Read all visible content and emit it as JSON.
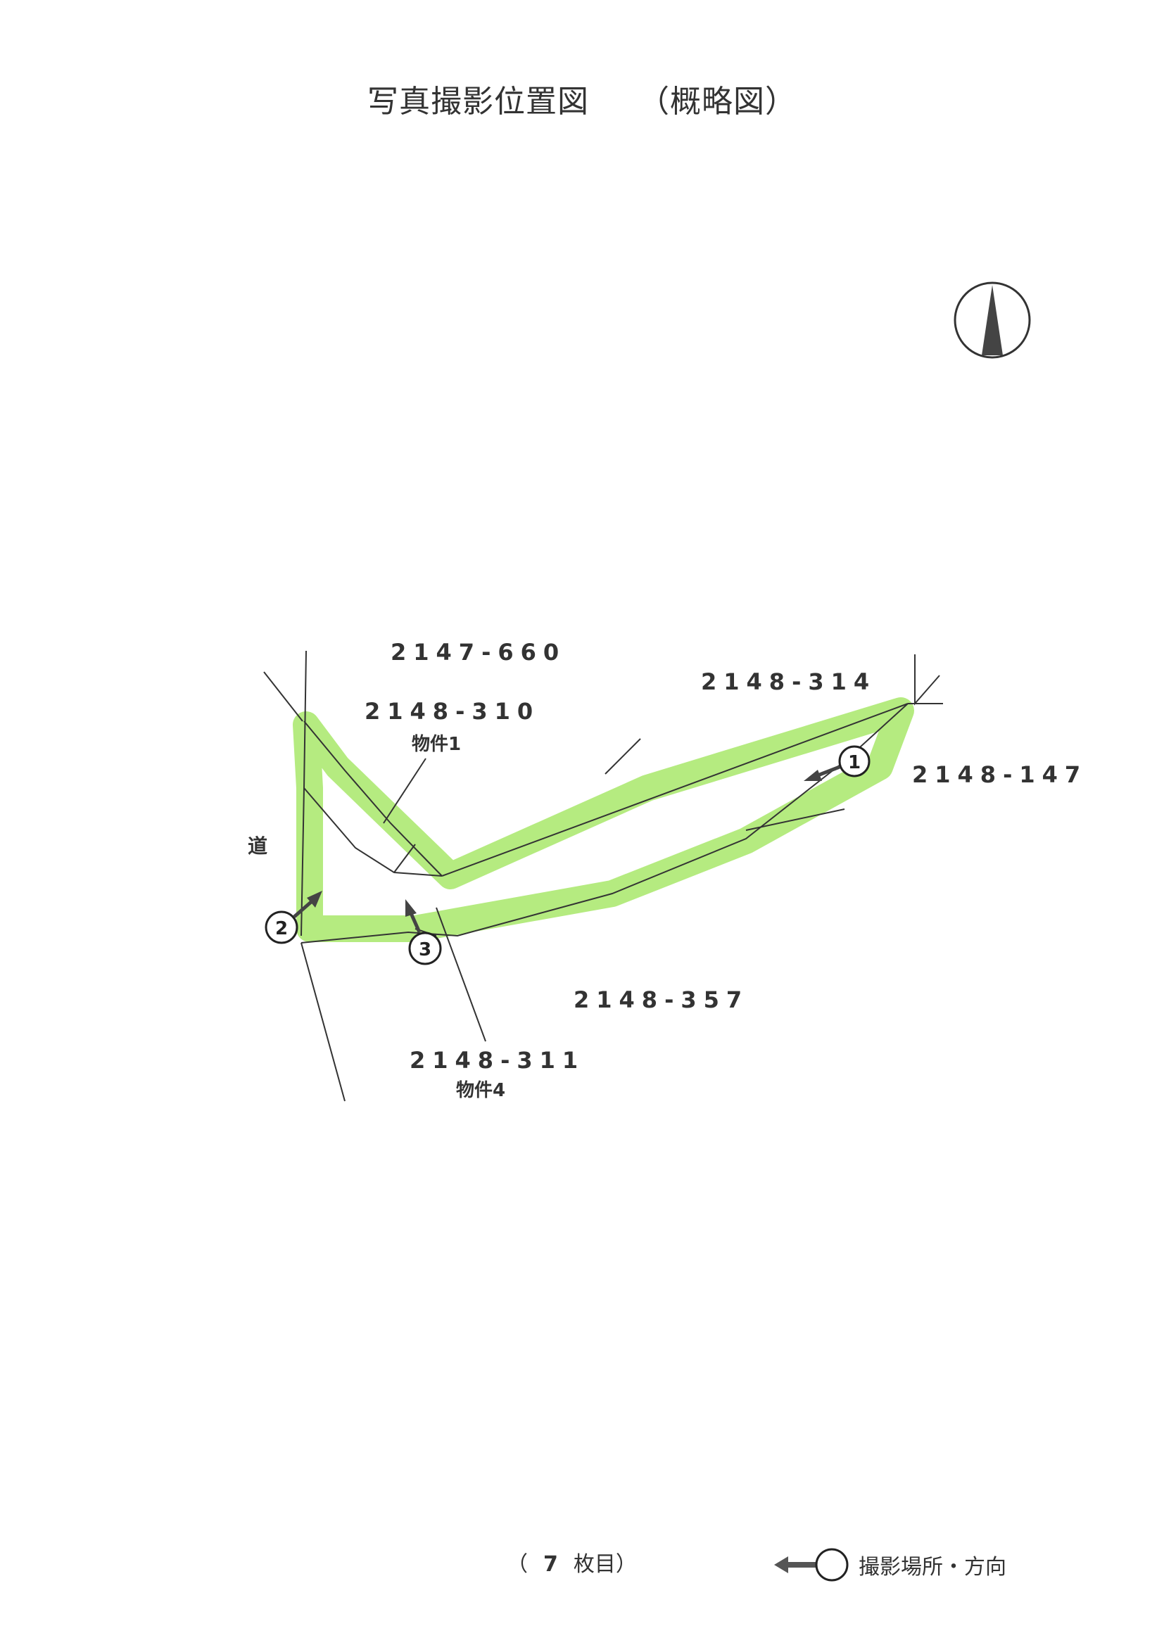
{
  "title": {
    "main": "写真撮影位置図",
    "sub": "（概略図）"
  },
  "map": {
    "lots": {
      "lot_2147_660": "2147-660",
      "lot_2148_310": "2148-310",
      "lot_2148_314": "2148-314",
      "lot_2148_147": "2148-147",
      "lot_2148_357": "2148-357",
      "lot_2148_311": "2148-311"
    },
    "property_1": "物件1",
    "property_4": "物件4",
    "road": "道",
    "photo_points": [
      "1",
      "2",
      "3"
    ],
    "highlight_color": "#a8e86a",
    "icons": [
      "north-arrow-icon",
      "camera-direction-arrow-icon"
    ]
  },
  "footer": {
    "sheet_open": "（",
    "sheet_number": "7",
    "sheet_close": "枚目）",
    "legend_label": "撮影場所・方向"
  }
}
